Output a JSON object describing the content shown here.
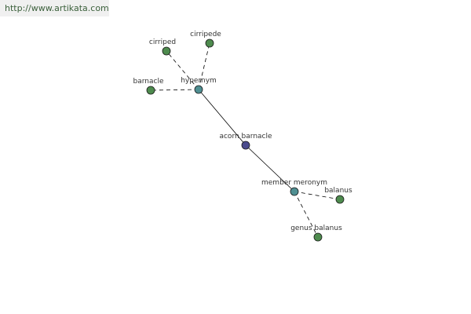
{
  "watermark": {
    "text": "http://www.artikata.com"
  },
  "colors": {
    "leaf_node": "#4e8b4e",
    "relation_node": "#4f8f92",
    "center_node": "#4a4a8c",
    "edge": "#000000"
  },
  "graph": {
    "nodes": [
      {
        "id": "acorn-barnacle",
        "label": "acorn barnacle",
        "kind": "center"
      },
      {
        "id": "hypernym",
        "label": "hypernym",
        "kind": "relation"
      },
      {
        "id": "member-meronym",
        "label": "member meronym",
        "kind": "relation"
      },
      {
        "id": "cirriped",
        "label": "cirriped",
        "kind": "leaf"
      },
      {
        "id": "cirripede",
        "label": "cirripede",
        "kind": "leaf"
      },
      {
        "id": "barnacle",
        "label": "barnacle",
        "kind": "leaf"
      },
      {
        "id": "balanus",
        "label": "balanus",
        "kind": "leaf"
      },
      {
        "id": "genus-balanus",
        "label": "genus balanus",
        "kind": "leaf"
      }
    ],
    "edges": [
      {
        "from": "acorn-barnacle",
        "to": "hypernym",
        "style": "solid"
      },
      {
        "from": "acorn-barnacle",
        "to": "member-meronym",
        "style": "solid"
      },
      {
        "from": "hypernym",
        "to": "cirriped",
        "style": "dashed"
      },
      {
        "from": "hypernym",
        "to": "cirripede",
        "style": "dashed"
      },
      {
        "from": "hypernym",
        "to": "barnacle",
        "style": "dashed"
      },
      {
        "from": "member-meronym",
        "to": "balanus",
        "style": "dashed"
      },
      {
        "from": "member-meronym",
        "to": "genus-balanus",
        "style": "dashed"
      }
    ]
  }
}
